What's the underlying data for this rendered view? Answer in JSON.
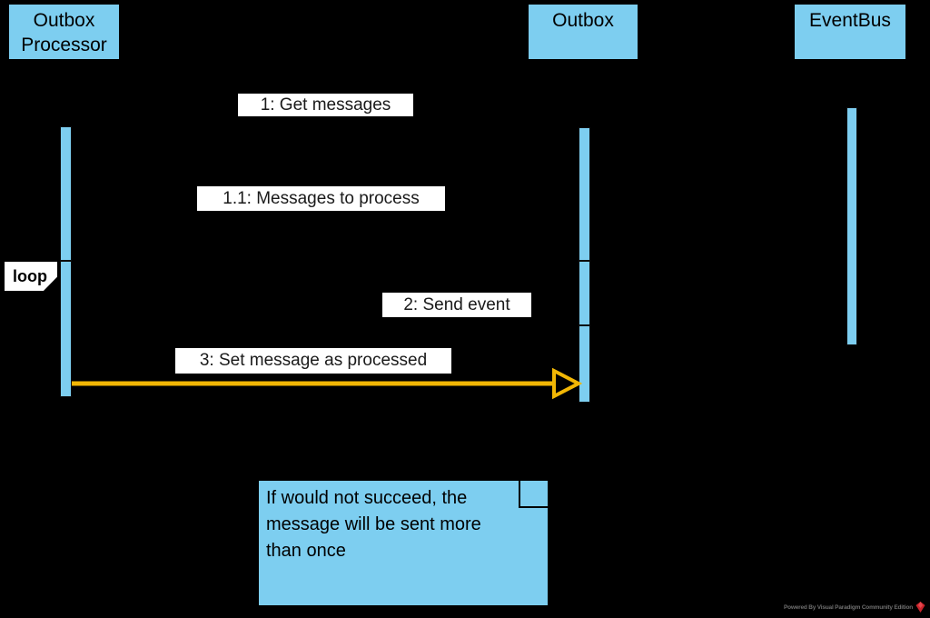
{
  "diagram": {
    "type": "uml-sequence-diagram",
    "background": "#000000",
    "colors": {
      "actor_fill": "#7DCEF0",
      "note_fill": "#7DCEF0",
      "label_bg": "#FFFFFF",
      "yellow_arrow": "#F2B705",
      "watermark_logo_red": "#C9252C",
      "text": "#000000"
    },
    "lifelines": [
      {
        "id": "outbox-processor",
        "label": "Outbox Processor"
      },
      {
        "id": "outbox",
        "label": "Outbox"
      },
      {
        "id": "eventbus",
        "label": "EventBus"
      }
    ],
    "messages": [
      {
        "seq": "1",
        "label": "1: Get messages",
        "from": "Outbox Processor",
        "to": "Outbox"
      },
      {
        "seq": "1.1",
        "label": "1.1: Messages to process",
        "from": "Outbox",
        "to": "Outbox Processor"
      },
      {
        "seq": "2",
        "label": "2: Send event",
        "from": "Outbox Processor",
        "to": "EventBus"
      },
      {
        "seq": "3",
        "label": "3: Set message as processed",
        "from": "Outbox Processor",
        "to": "Outbox",
        "arrow_color": "#F2B705",
        "arrow_style": "open-head"
      }
    ],
    "fragment": {
      "operator": "loop"
    },
    "note": {
      "text": "If would not succeed, the message will be sent more than once",
      "lines": [
        "If would not succeed, the",
        "message will be sent more",
        "than once"
      ]
    },
    "watermark": {
      "text": "Powered By Visual Paradigm Community Edition"
    }
  }
}
